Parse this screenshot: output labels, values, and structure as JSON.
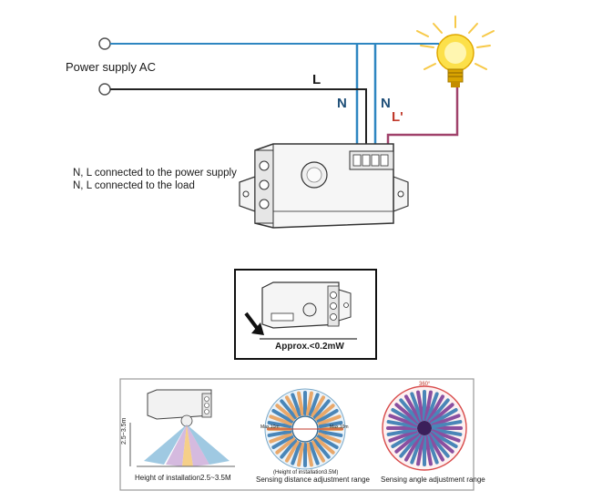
{
  "wiring": {
    "power_supply_label": "Power supply AC",
    "live_label": "L",
    "neutral_label_1": "N",
    "neutral_label_2": "N",
    "load_label": "L'",
    "note_line1": "N, L connected to the power supply",
    "note_line2": "N, L connected to the load",
    "colors": {
      "neutral_wire": "#2e86c1",
      "live_wire": "#222222",
      "load_wire": "#a0426b",
      "bulb": "#f5c518"
    }
  },
  "power_box": {
    "label": "Approx.<0.2mW"
  },
  "ranges": {
    "panel1_caption": "Height of installation2.5~3.5M",
    "panel1_side_label": "2.5~3.5m",
    "panel2_caption": "Sensing distance adjustment range",
    "panel2_top_label": "(Height of installation3.5M)",
    "panel2_left_label": "Max.10m",
    "panel2_right_label": "Max.10m",
    "panel3_caption": "Sensing angle adjustment range",
    "panel3_top_label": "360°"
  }
}
